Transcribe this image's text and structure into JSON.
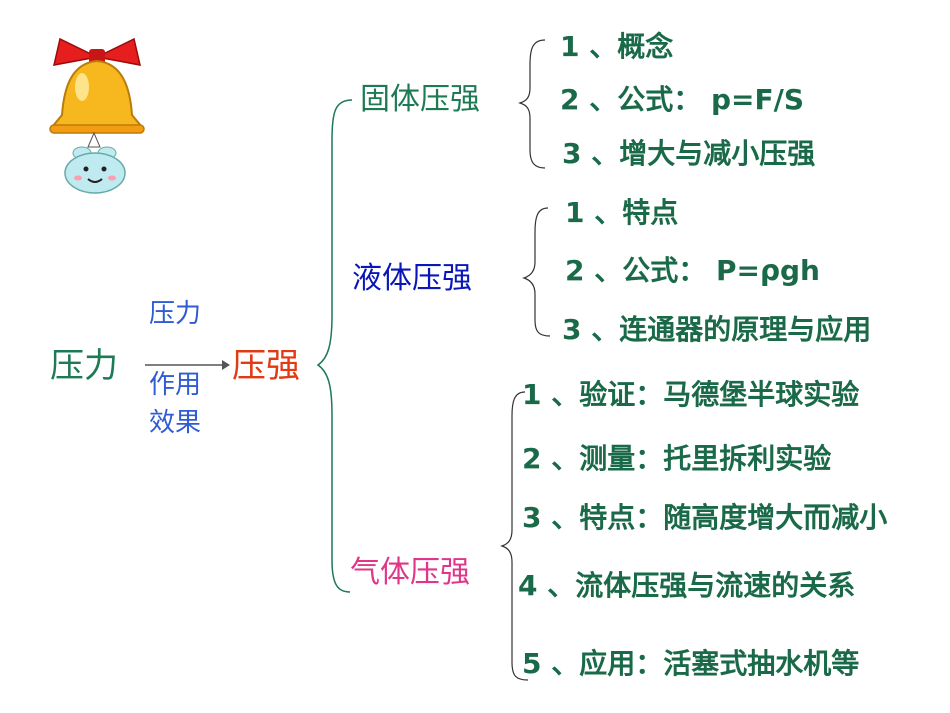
{
  "root": {
    "label": "压力"
  },
  "relation": {
    "line1": "压力",
    "line2": "作用",
    "line3": "效果"
  },
  "center": {
    "label": "压强"
  },
  "branches": {
    "solid": {
      "label": "固体压强",
      "items": [
        "1 、概念",
        "2 、公式： p=F/S",
        "3 、增大与减小压强"
      ]
    },
    "liquid": {
      "label": "液体压强",
      "items": [
        "1 、特点",
        "2 、公式：  P=ρgh",
        "3 、连通器的原理与应用"
      ]
    },
    "gas": {
      "label": "气体压强",
      "items": [
        "1 、验证：马德堡半球实验",
        "2 、测量：托里拆利实验",
        "3 、特点：随高度增大而减小",
        "4 、流体压强与流速的关系",
        "5 、应用：活塞式抽水机等"
      ]
    }
  },
  "colors": {
    "root": "#1d7a55",
    "relation": "#2f5bd3",
    "center": "#e23a12",
    "solid": "#1d7a55",
    "liquid": "#0a16b8",
    "gas": "#e0368a",
    "items": "#1a6a49"
  },
  "decoration": {
    "icon": "bell-mascot-icon"
  }
}
